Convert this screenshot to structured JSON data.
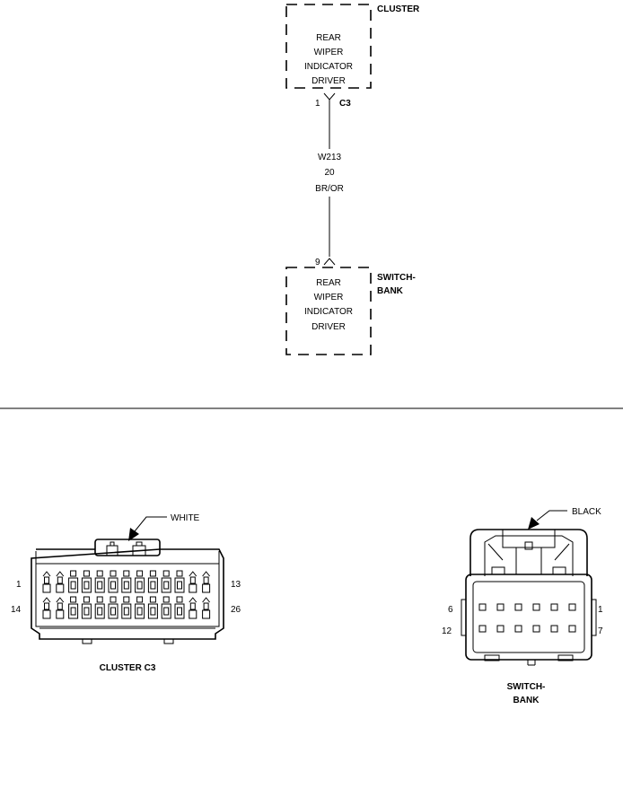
{
  "upper_schematic": {
    "cluster": {
      "name": "CLUSTER",
      "lines": [
        "REAR",
        "WIPER",
        "INDICATOR",
        "DRIVER"
      ],
      "pin": "1",
      "connector": "C3"
    },
    "wire": {
      "id": "W213",
      "gauge": "20",
      "color": "BR/OR"
    },
    "switch_bank": {
      "name_line1": "SWITCH-",
      "name_line2": "BANK",
      "lines": [
        "REAR",
        "WIPER",
        "INDICATOR",
        "DRIVER"
      ],
      "pin": "9"
    }
  },
  "connectors": {
    "cluster_c3": {
      "title": "CLUSTER C3",
      "color_label": "WHITE",
      "pin_labels": {
        "top_left": "1",
        "top_right": "13",
        "bottom_left": "14",
        "bottom_right": "26"
      },
      "pins_per_row": 13
    },
    "switch_bank": {
      "title_line1": "SWITCH-",
      "title_line2": "BANK",
      "color_label": "BLACK",
      "pin_labels": {
        "top_left": "6",
        "top_right": "1",
        "bottom_left": "12",
        "bottom_right": "7"
      },
      "pins_per_row": 6
    }
  }
}
